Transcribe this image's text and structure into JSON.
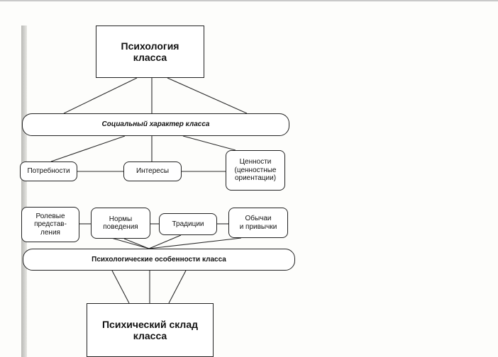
{
  "diagram": {
    "top_box": "Психология\nкласса",
    "social_band": "Социальный характер класса",
    "needs": "Потребности",
    "interests": "Интересы",
    "values": "Ценности\n(ценностные\nориентации)",
    "role_ideas": "Ролевые\nпредстав-\nления",
    "norms": "Нормы\nповедения",
    "traditions": "Традиции",
    "customs": "Обычаи\nи привычки",
    "psych_band": "Психологические особенности класса",
    "bottom_box": "Психический склад\nкласса"
  }
}
